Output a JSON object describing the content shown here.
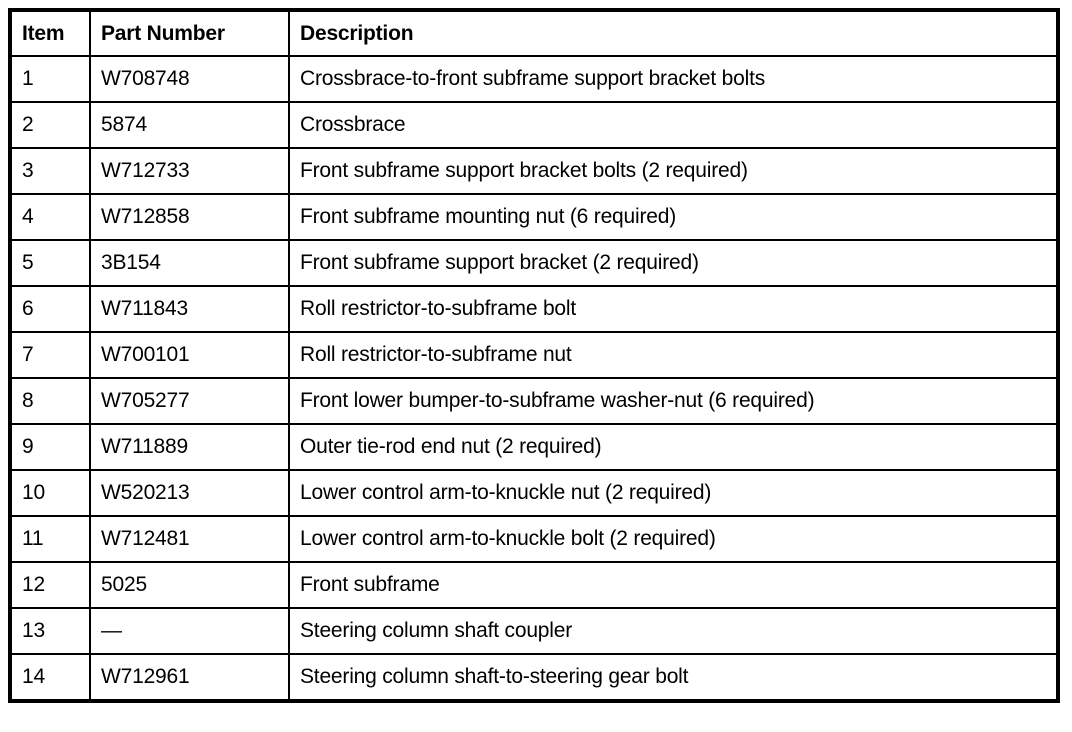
{
  "document": {
    "type": "parts-list-table",
    "background_color": "#ffffff",
    "text_color": "#000000",
    "border_color": "#000000"
  },
  "table": {
    "columns": [
      {
        "key": "item",
        "label": "Item"
      },
      {
        "key": "part_number",
        "label": "Part Number"
      },
      {
        "key": "description",
        "label": "Description"
      }
    ],
    "rows": [
      {
        "item": "1",
        "part_number": "W708748",
        "description": "Crossbrace-to-front subframe support bracket bolts"
      },
      {
        "item": "2",
        "part_number": "5874",
        "description": "Crossbrace"
      },
      {
        "item": "3",
        "part_number": "W712733",
        "description": "Front subframe support bracket bolts (2 required)"
      },
      {
        "item": "4",
        "part_number": "W712858",
        "description": "Front subframe mounting nut (6 required)"
      },
      {
        "item": "5",
        "part_number": "3B154",
        "description": "Front subframe support bracket (2 required)"
      },
      {
        "item": "6",
        "part_number": "W711843",
        "description": "Roll restrictor-to-subframe bolt"
      },
      {
        "item": "7",
        "part_number": "W700101",
        "description": "Roll restrictor-to-subframe nut"
      },
      {
        "item": "8",
        "part_number": "W705277",
        "description": "Front lower bumper-to-subframe washer-nut (6 required)"
      },
      {
        "item": "9",
        "part_number": "W711889",
        "description": "Outer tie-rod end nut (2 required)"
      },
      {
        "item": "10",
        "part_number": "W520213",
        "description": "Lower control arm-to-knuckle nut (2 required)"
      },
      {
        "item": "11",
        "part_number": "W712481",
        "description": "Lower control arm-to-knuckle bolt (2 required)"
      },
      {
        "item": "12",
        "part_number": "5025",
        "description": "Front subframe"
      },
      {
        "item": "13",
        "part_number": "—",
        "description": "Steering column shaft coupler"
      },
      {
        "item": "14",
        "part_number": "W712961",
        "description": "Steering column shaft-to-steering gear bolt"
      }
    ]
  }
}
